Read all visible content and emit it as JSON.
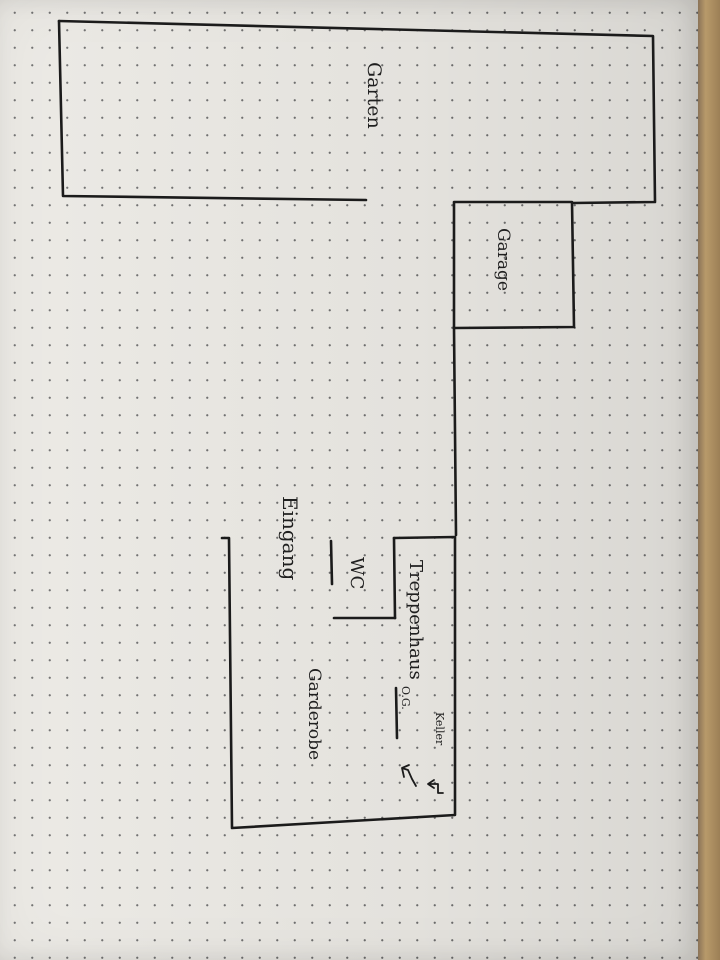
{
  "labels": {
    "garten": "Garten",
    "garage": "Garage",
    "eingang": "Eingang",
    "wc": "WC",
    "treppenhaus": "Treppenhaus",
    "keller": "Keller",
    "og": "O.G.",
    "garderobe": "Garderobe"
  },
  "colors": {
    "ink": "#1b1b1b",
    "paper": "#ebe9e4",
    "dot": "#6f6f6f",
    "desk": "#8a7358"
  },
  "icons": {
    "arrow_keller": "return-arrow-icon",
    "arrow_og": "return-arrow-icon"
  }
}
